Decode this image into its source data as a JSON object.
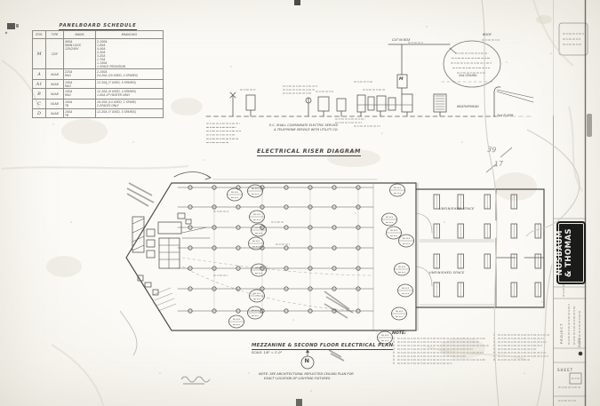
{
  "schedule": {
    "title": "PANELBOARD SCHEDULE",
    "headers": [
      "SYM.",
      "TYPE",
      "MAINS",
      "BRANCHES"
    ],
    "rows": [
      {
        "sym": "M",
        "type": "CDP",
        "mains": "400A\nMAIN LUGS\n120/240V",
        "branches": "2-100A\n1-60A\n4-40A\n2-30A\n3-20A\n1-70A\n1-100A\n1-SPACE PROVISION"
      },
      {
        "sym": "A",
        "type": "NLAB",
        "mains": "225A\nMLO",
        "branches": "2-100A\n24-20A (20 USED, 4 SPARES)"
      },
      {
        "sym": "A1",
        "type": "NLAB",
        "mains": "100A\nMLO",
        "branches": "12-20A (7 USED, 5 SPARES)"
      },
      {
        "sym": "B",
        "type": "NLAB",
        "mains": "100A\nMLO",
        "branches": "12-20A (8 USED, 4 SPARES)\n1-60A 2P HEATER ONLY"
      },
      {
        "sym": "C",
        "type": "NLAB",
        "mains": "100A\nTB",
        "branches": "18-20A (14 USED, 1 SPARE)\n2-SPACES ONLY"
      },
      {
        "sym": "D",
        "type": "NLAB",
        "mains": "100A\nTB",
        "branches": "12-20A (7 USED, 5 SPARES)"
      }
    ]
  },
  "riser": {
    "title": "ELECTRICAL RISER DIAGRAM",
    "labels": {
      "cut_in_box": "CUT IN BOX",
      "roof": "ROOF",
      "second_ceiling": "2nd CEILING",
      "second_floor": "2nd FLOOR",
      "weatherhead": "WEATHERHEAD",
      "m": "M",
      "ec_note1": "E.C. SHALL COORDINATE ELECTRIC SERVICE",
      "ec_note2": "& TELEPHONE SERVICE WITH UTILITY CO."
    }
  },
  "plan": {
    "title": "MEZZANINE & SECOND FLOOR ELECTRICAL PLAN",
    "scale": "SCALE: 1/8\" = 1'-0\"",
    "north": "N",
    "unfinished_space_1": "UNFINISHED SPACE",
    "unfinished_space_2": "UNFINISHED SPACE"
  },
  "notes": {
    "title": "NOTE:"
  },
  "bottom_note": {
    "line1": "NOTE: SEE ARCHITECTURAL REFLECTED CEILING PLAN FOR",
    "line2": "EXACT LOCATION OF LIGHTING FIXTURES."
  },
  "titleblock": {
    "firm_line1": "NUSBAUM",
    "firm_line2": "& THOMAS",
    "project_label": "PROJECT",
    "date_label": "DATE",
    "sheet_label": "SHEET"
  },
  "pencil_marks": {
    "m1": "39",
    "m2": "17"
  }
}
